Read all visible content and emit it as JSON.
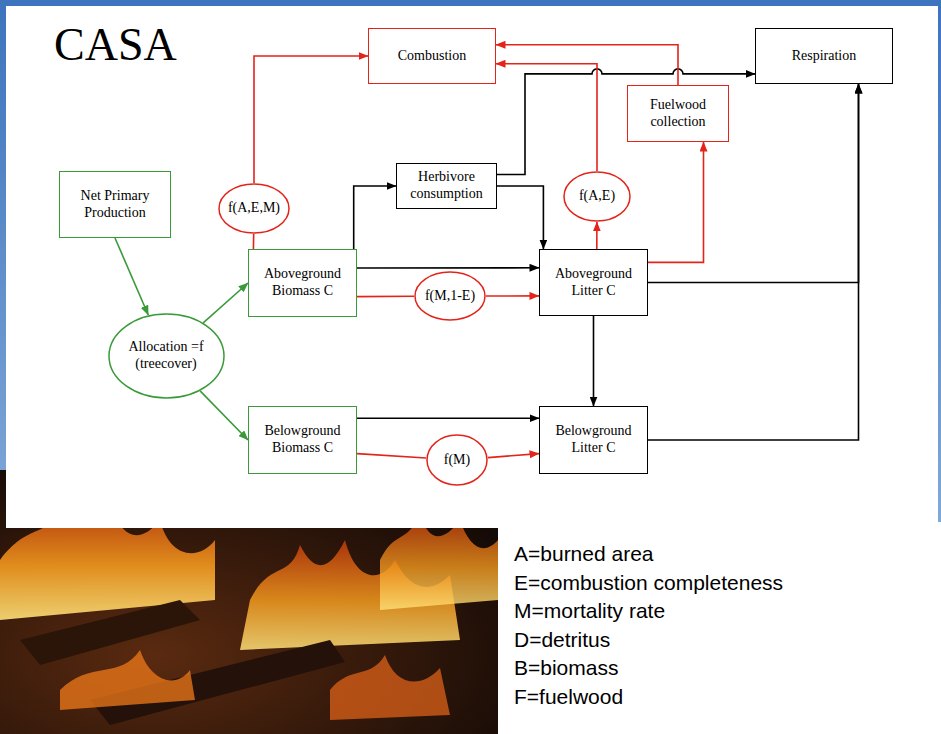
{
  "diagram": {
    "title": "CASA",
    "nodes": [
      {
        "text": [
          "Combustion"
        ]
      },
      {
        "text": [
          "Respiration"
        ]
      },
      {
        "text": [
          "Fuelwood collection"
        ]
      },
      {
        "text": [
          "Net Primary Production"
        ]
      },
      {
        "text": [
          "f(A,E,M)"
        ]
      },
      {
        "text": [
          "Herbivore consumption"
        ]
      },
      {
        "text": [
          "f(A,E)"
        ]
      },
      {
        "text": [
          "Aboveground Biomass C"
        ]
      },
      {
        "text": [
          "Aboveground Litter C"
        ]
      },
      {
        "text": [
          "f(M,1-E)"
        ]
      },
      {
        "text": [
          "Allocation =f (treecover)"
        ]
      },
      {
        "text": [
          "Belowground Biomass C"
        ]
      },
      {
        "text": [
          "f(M)"
        ]
      },
      {
        "text": [
          "Belowground Litter C"
        ]
      }
    ],
    "edges": [
      {
        "from": 3,
        "to": 10,
        "arrow": "to"
      },
      {
        "from": 10,
        "to": 7,
        "arrow": "to"
      },
      {
        "from": 10,
        "to": 11,
        "arrow": "to"
      },
      {
        "from": 7,
        "to": 4,
        "arrow": "none"
      },
      {
        "from": 4,
        "to": 0,
        "arrow": "to"
      },
      {
        "from": 7,
        "to": 5,
        "arrow": "to"
      },
      {
        "from": 7,
        "to": 8,
        "arrow": "to"
      },
      {
        "from": 7,
        "to": 9,
        "arrow": "none"
      },
      {
        "from": 9,
        "to": 8,
        "arrow": "to"
      },
      {
        "from": 5,
        "to": 8,
        "arrow": "to"
      },
      {
        "from": 5,
        "to": 1,
        "arrow": "to"
      },
      {
        "from": 8,
        "to": 6,
        "arrow": "to"
      },
      {
        "from": 6,
        "to": 0,
        "arrow": "to"
      },
      {
        "from": 8,
        "to": 2,
        "arrow": "to"
      },
      {
        "from": 2,
        "to": 0,
        "arrow": "to"
      },
      {
        "from": 8,
        "to": 1,
        "arrow": "to"
      },
      {
        "from": 8,
        "to": 13,
        "arrow": "to"
      },
      {
        "from": 11,
        "to": 13,
        "arrow": "to"
      },
      {
        "from": 11,
        "to": 12,
        "arrow": "none"
      },
      {
        "from": 12,
        "to": 13,
        "arrow": "to"
      },
      {
        "from": 13,
        "to": 1,
        "arrow": "to"
      }
    ],
    "labels": [
      "A=burned area",
      "E=combustion completeness",
      "M=mortality rate",
      "D=detritus",
      "B=biomass",
      "F=fuelwood"
    ]
  }
}
